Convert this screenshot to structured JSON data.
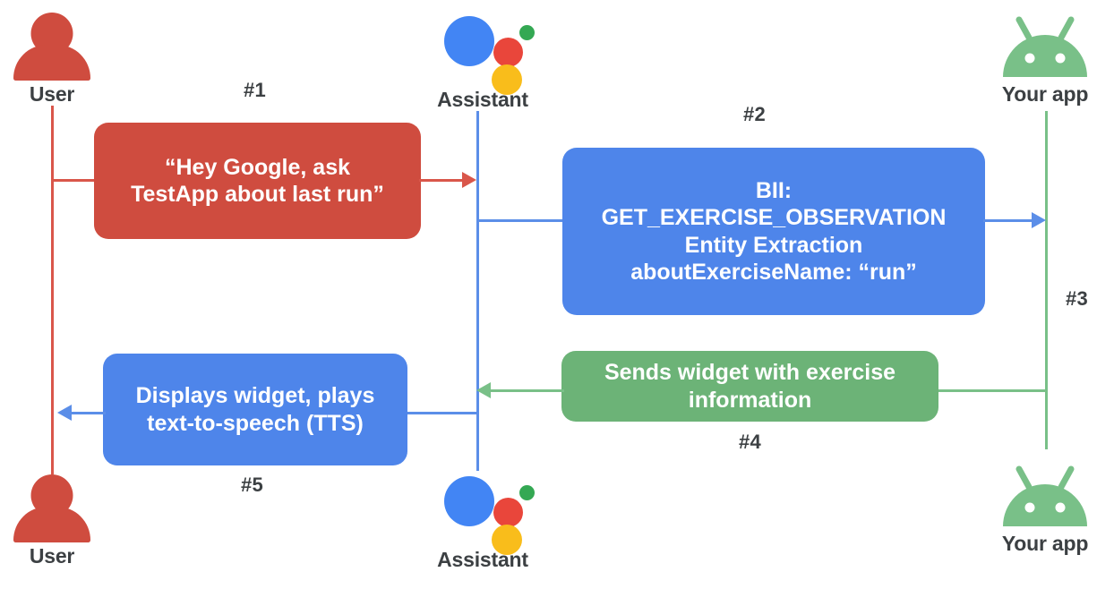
{
  "diagram": {
    "title": "Google Assistant App Actions sequence diagram",
    "colors": {
      "red": "#cf4c3f",
      "blue": "#4e85ea",
      "green": "#6cb377",
      "lifeline_red": "#d9564a",
      "lifeline_blue": "#5b8ee8",
      "lifeline_green": "#79c088",
      "label_text": "#3c4043",
      "background": "#ffffff"
    }
  },
  "actors": {
    "user_top": {
      "label": "User",
      "icon": "user-icon"
    },
    "assistant_top": {
      "label": "Assistant",
      "icon": "google-assistant-icon"
    },
    "app_top": {
      "label": "Your app",
      "icon": "android-robot-icon"
    },
    "user_bottom": {
      "label": "User",
      "icon": "user-icon"
    },
    "assistant_bottom": {
      "label": "Assistant",
      "icon": "google-assistant-icon"
    },
    "app_bottom": {
      "label": "Your app",
      "icon": "android-robot-icon"
    }
  },
  "steps": {
    "s1": "#1",
    "s2": "#2",
    "s3": "#3",
    "s4": "#4",
    "s5": "#5"
  },
  "messages": {
    "m1": {
      "step": "#1",
      "from": "User",
      "to": "Assistant",
      "color": "red",
      "lines": [
        "“Hey Google, ask",
        "TestApp about last run”"
      ]
    },
    "m2": {
      "step": "#2",
      "from": "Assistant",
      "to": "Your app",
      "color": "blue",
      "lines": [
        "BII:",
        "GET_EXERCISE_OBSERVATION",
        "Entity Extraction",
        "aboutExerciseName: “run”"
      ]
    },
    "m4": {
      "step": "#4",
      "from": "Your app",
      "to": "Assistant",
      "color": "green",
      "lines": [
        "Sends widget with exercise",
        "information"
      ]
    },
    "m5": {
      "step": "#5",
      "from": "Assistant",
      "to": "User",
      "color": "blue",
      "lines": [
        "Displays widget, plays",
        "text-to-speech (TTS)"
      ]
    }
  }
}
